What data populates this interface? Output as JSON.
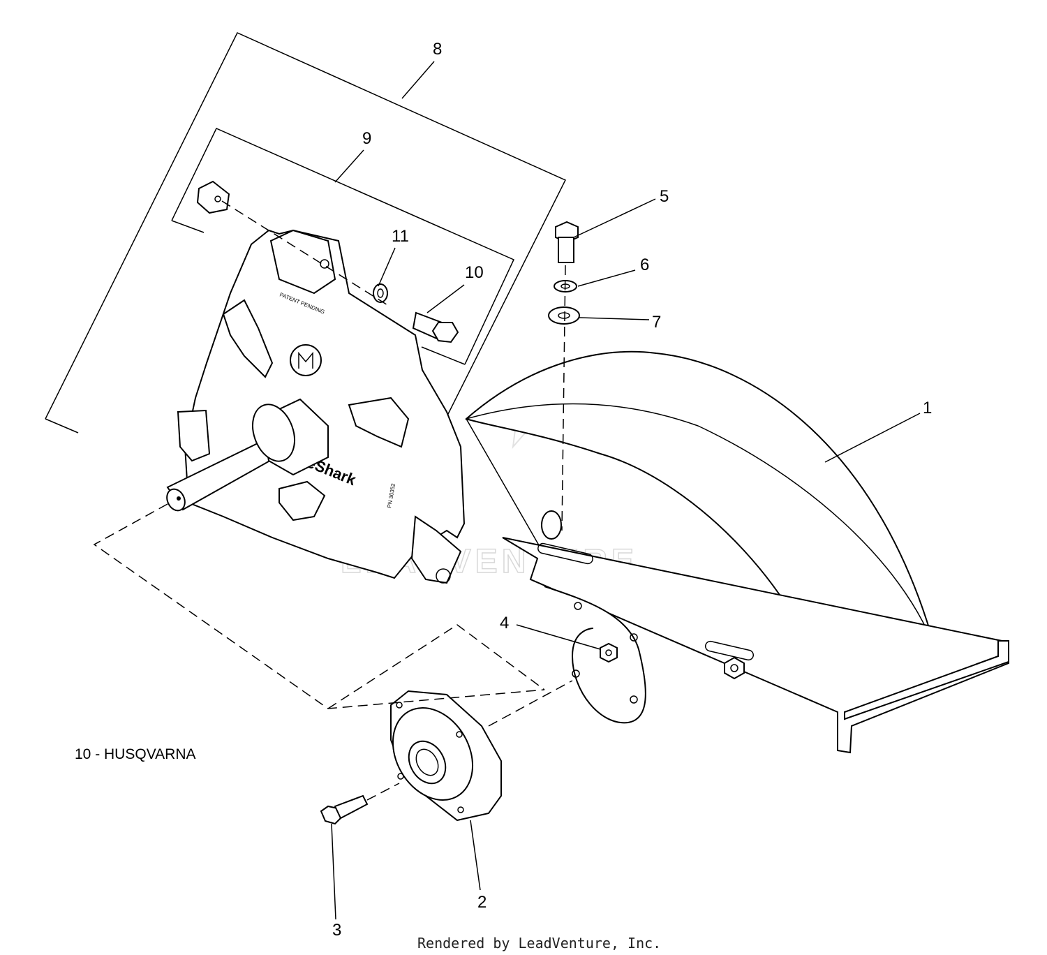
{
  "callouts": {
    "c1": "1",
    "c2": "2",
    "c3": "3",
    "c4": "4",
    "c5": "5",
    "c6": "6",
    "c7": "7",
    "c8": "8",
    "c9": "9",
    "c10": "10",
    "c11": "11"
  },
  "note": "10 - HUSQVARNA",
  "footer": "Rendered by LeadVenture, Inc.",
  "watermark": "LEADVENTURE",
  "plate_text": {
    "patent": "PATENT PENDING",
    "brand": "eShark",
    "part_no": "PN 30352"
  }
}
